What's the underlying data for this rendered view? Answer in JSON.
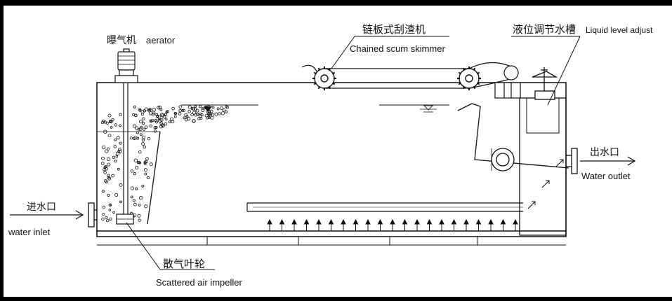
{
  "labels": {
    "aerator_cn": "曝气机",
    "aerator_en": "aerator",
    "skimmer_cn": "链板式刮渣机",
    "skimmer_en": "Chained scum skimmer",
    "level_cn": "液位调节水槽",
    "level_en": "Liquid level adjust",
    "outlet_cn": "出水口",
    "outlet_en": "Water outlet",
    "inlet_cn": "进水口",
    "inlet_en": "water inlet",
    "impeller_cn": "散气叶轮",
    "impeller_en": "Scattered air impeller"
  },
  "colors": {
    "ink": "#111111",
    "frame": "#000000",
    "background": "#ffffff"
  },
  "icons": {
    "aerator": "aerator-motor-icon",
    "skimmer": "chain-sprocket-icon",
    "valve": "handwheel-valve-icon",
    "impeller": "air-impeller-icon"
  }
}
